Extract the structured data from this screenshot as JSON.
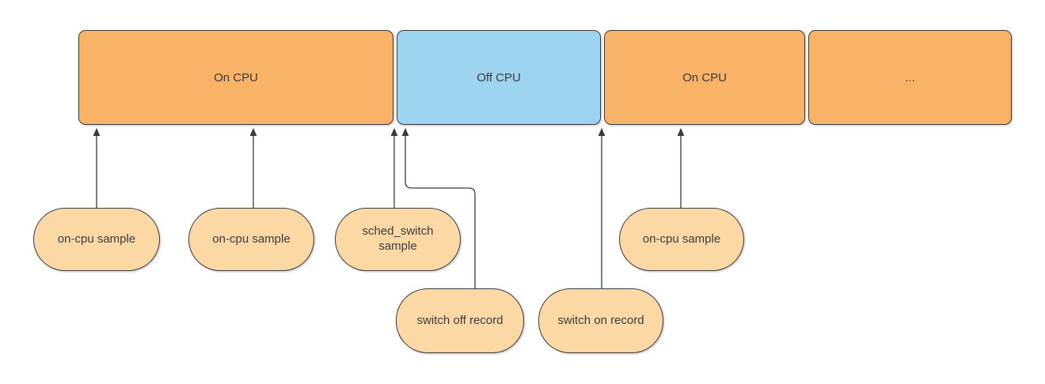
{
  "diagram": {
    "description": "CPU on/off timeline with profiling sample annotations",
    "timeline_blocks": [
      {
        "label": "On CPU",
        "state": "on-cpu"
      },
      {
        "label": "Off CPU",
        "state": "off-cpu"
      },
      {
        "label": "On CPU",
        "state": "on-cpu"
      },
      {
        "label": "...",
        "state": "on-cpu"
      }
    ],
    "annotations": [
      {
        "label": "on-cpu sample",
        "points_to": "within first On CPU block"
      },
      {
        "label": "on-cpu sample",
        "points_to": "within first On CPU block"
      },
      {
        "label": "sched_switch sample",
        "points_to": "end of first On CPU block"
      },
      {
        "label": "switch off record",
        "points_to": "start of Off CPU block"
      },
      {
        "label": "switch on record",
        "points_to": "boundary of Off CPU and second On CPU block"
      },
      {
        "label": "on-cpu sample",
        "points_to": "within second On CPU block"
      }
    ],
    "colors": {
      "on_cpu_block_fill": "#f8b366",
      "off_cpu_block_fill": "#9dd4f0",
      "annotation_bubble_fill": "#fcd8a5",
      "stroke": "#3a3a3a",
      "arrow": "#3a3a3a",
      "text": "#3b3b3b",
      "background": "#ffffff"
    }
  }
}
